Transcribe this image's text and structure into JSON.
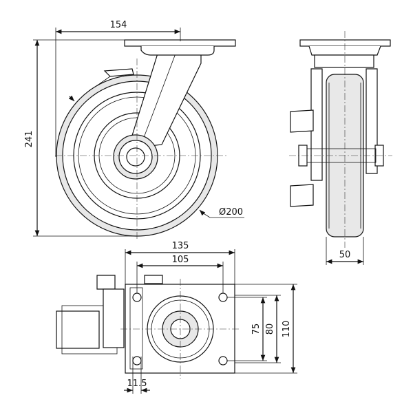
{
  "dimensions": {
    "top_width": "154",
    "height": "241",
    "wheel_diameter": "Ø200",
    "wheel_width": "50",
    "plate_width": "135",
    "hole_spacing_width": "105",
    "hole_spacing_height": "75",
    "plate_inner_height": "80",
    "plate_height": "110",
    "hole_diameter": "11.5"
  }
}
